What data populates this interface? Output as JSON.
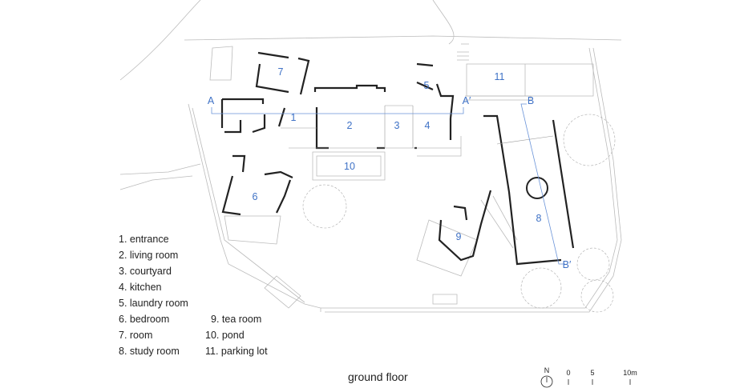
{
  "drawing_title": "ground floor",
  "room_labels": {
    "r1": "1",
    "r2": "2",
    "r3": "3",
    "r4": "4",
    "r5": "5",
    "r6": "6",
    "r7": "7",
    "r8": "8",
    "r9": "9",
    "r10": "10",
    "r11": "11"
  },
  "section_labels": {
    "a": "A",
    "a_prime": "A′",
    "b": "B",
    "b_prime": "B′"
  },
  "legend": [
    "1. entrance",
    "2. living room",
    "3. courtyard",
    "4. kitchen",
    "5. laundry room",
    "6. bedroom",
    "7. room",
    "8. study room",
    "9. tea room",
    "10. pond",
    "11. parking lot"
  ],
  "north_label": "N",
  "scale_bar": {
    "ticks": [
      "0",
      "5",
      "10m"
    ]
  },
  "colors": {
    "label": "#3f72c6",
    "wall": "#222222",
    "site": "#bbbbbb",
    "section": "#6a93d8"
  }
}
